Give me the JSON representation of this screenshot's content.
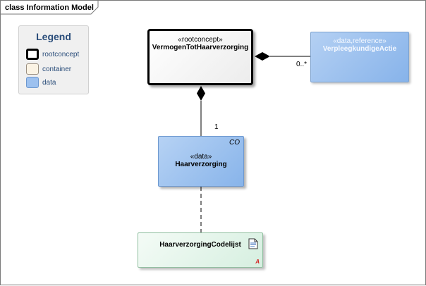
{
  "diagram": {
    "frame_title": "class Information Model"
  },
  "legend": {
    "title": "Legend",
    "items": [
      {
        "label": "rootconcept",
        "swatch": "rootconcept-swatch"
      },
      {
        "label": "container",
        "swatch": "container-swatch"
      },
      {
        "label": "data",
        "swatch": "data-swatch"
      }
    ]
  },
  "nodes": {
    "root": {
      "stereotype": "«rootconcept»",
      "name": "VermogenTotHaarverzorging"
    },
    "reference": {
      "stereotype": "«data,reference»",
      "name": "VerpleegkundigeActie"
    },
    "data": {
      "stereotype": "«data»",
      "name": "Haarverzorging",
      "tag": "CO"
    },
    "codelist": {
      "name": "HaarverzorgingCodelijst",
      "icon": "list-document-icon",
      "abstract_mark": "A"
    }
  },
  "edges": {
    "root_to_reference": {
      "multiplicity_target": "0..*"
    },
    "root_to_data": {
      "multiplicity_target": "1"
    }
  },
  "colors": {
    "frame": "#7a7a7a",
    "root_fill": "#f2f2f2",
    "data_fill": "#9dc1ef",
    "reference_fill": "#9dc1ef",
    "codelist_fill": "#e2f4e9",
    "container_fill": "#fbf3e4",
    "legend_text": "#2a4d7a",
    "abstract_mark": "#d42020"
  }
}
